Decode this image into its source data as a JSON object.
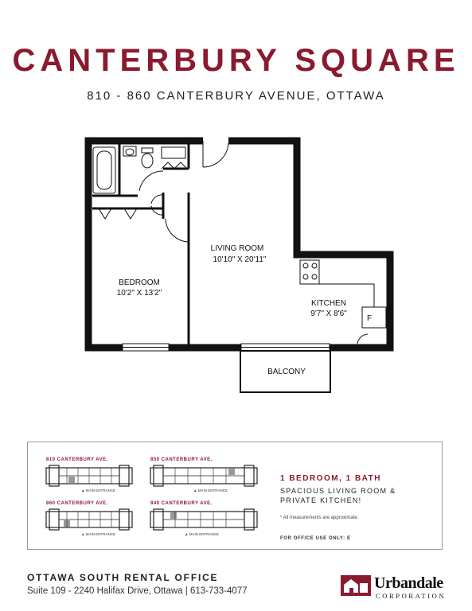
{
  "header": {
    "title": "CANTERBURY SQUARE",
    "address": "810 - 860 CANTERBURY AVENUE, OTTAWA"
  },
  "floorplan": {
    "living_room": {
      "name": "LIVING ROOM",
      "size": "10'10\" X 20'11\""
    },
    "bedroom": {
      "name": "BEDROOM",
      "size": "10'2\" X 13'2\""
    },
    "kitchen": {
      "name": "KITCHEN",
      "size": "9'7\" X 8'6\""
    },
    "balcony": {
      "name": "BALCONY"
    },
    "fridge_label": "F"
  },
  "site_plans": [
    {
      "label": "810 CANTERBURY AVE.",
      "entrance": "▲ MAIN ENTRANCE"
    },
    {
      "label": "850 CANTERBURY AVE.",
      "entrance": "▲ MAIN ENTRANCE"
    },
    {
      "label": "860 CANTERBURY AVE.",
      "entrance": "▲ MAIN ENTRANCE"
    },
    {
      "label": "840 CANTERBURY AVE.",
      "entrance": "▲ MAIN ENTRANCE"
    }
  ],
  "unit": {
    "headline": "1 BEDROOM, 1 BATH",
    "description": "SPACIOUS LIVING ROOM & PRIVATE KITCHEN!",
    "note": "* All measurements are approximate.",
    "office_use": "FOR OFFICE USE ONLY: E"
  },
  "footer": {
    "office_title": "OTTAWA SOUTH RENTAL OFFICE",
    "address": "Suite 109 - 2240 Halifax Drive, Ottawa | 613-733-4077"
  },
  "logo": {
    "name": "Urbandale",
    "tagline": "CORPORATION"
  },
  "colors": {
    "brand": "#8a1a2e",
    "wall": "#111111"
  }
}
